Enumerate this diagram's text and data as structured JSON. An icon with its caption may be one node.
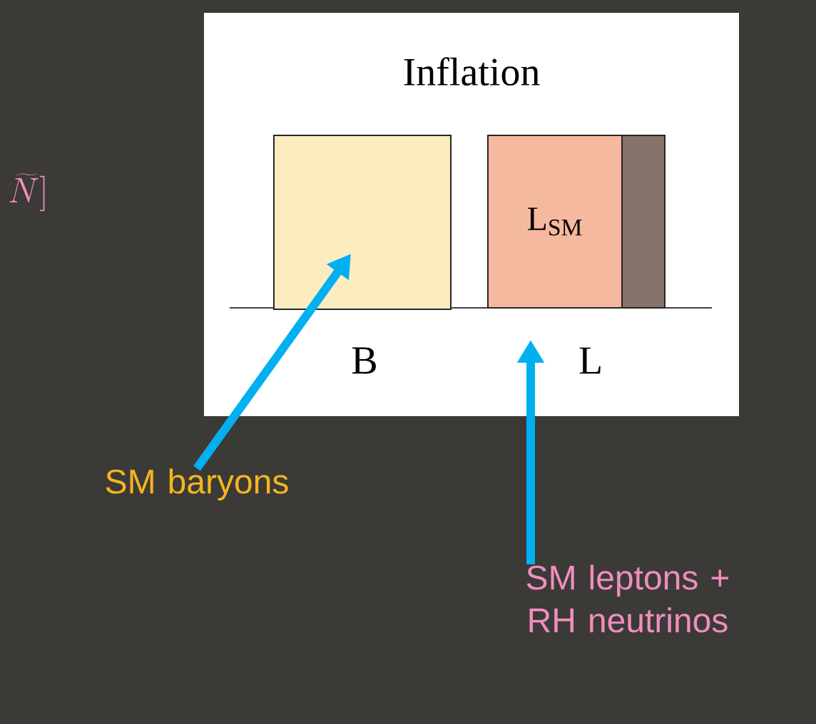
{
  "diagram": {
    "nodes": [
      {
        "text": [
          "Inflation"
        ]
      },
      {
        "text": [],
        "shape": "box",
        "in": 0,
        "beside": [
          "B"
        ]
      },
      {
        "text": [
          "L$_{SM}$"
        ],
        "in": 0,
        "beside": [
          "L"
        ]
      },
      {
        "text": [],
        "shape": "box",
        "in": 0
      },
      {
        "text": [
          "SM baryons"
        ]
      },
      {
        "text": [
          "SM leptons + RH neutrinos"
        ]
      }
    ],
    "edges": [
      {
        "from": 4,
        "to": 1,
        "arrow": "to",
        "color": "#00b0f0"
      },
      {
        "from": 5,
        "to": 2,
        "arrow": "to",
        "color": "#00b0f0"
      }
    ],
    "labels": [
      "\\widetilde{N}]"
    ]
  }
}
